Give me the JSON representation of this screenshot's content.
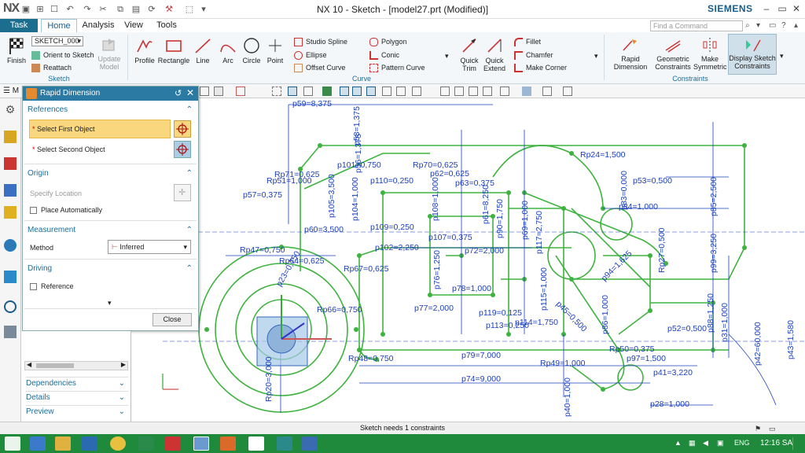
{
  "window": {
    "app_logo": "NX",
    "title": "NX 10 - Sketch - [model27.prt (Modified)]",
    "brand": "SIEMENS"
  },
  "menu": {
    "tabs": [
      "Task",
      "Home",
      "Analysis",
      "View",
      "Tools"
    ],
    "active": "Home",
    "command_finder_placeholder": "Find a Command"
  },
  "ribbon": {
    "sketch_group": {
      "label": "Sketch",
      "finish": "Finish",
      "sketch_name": "SKETCH_000",
      "orient": "Orient to Sketch",
      "reattach": "Reattach",
      "update_model": "Update Model"
    },
    "curve_group": {
      "label": "Curve",
      "profile": "Profile",
      "rectangle": "Rectangle",
      "line": "Line",
      "arc": "Arc",
      "circle": "Circle",
      "point": "Point",
      "studio_spline": "Studio Spline",
      "polygon": "Polygon",
      "ellipse": "Ellipse",
      "conic": "Conic",
      "offset_curve": "Offset Curve",
      "pattern_curve": "Pattern Curve",
      "quick_trim": "Quick Trim",
      "quick_extend": "Quick Extend",
      "fillet": "Fillet",
      "chamfer": "Chamfer",
      "make_corner": "Make Corner"
    },
    "constraints_group": {
      "label": "Constraints",
      "rapid_dimension": "Rapid Dimension",
      "geometric_constraints": "Geometric Constraints",
      "make_symmetric": "Make Symmetric",
      "display_sketch_constraints": "Display Sketch Constraints"
    }
  },
  "selection_bar": {
    "menu_label": "M"
  },
  "dialog": {
    "title": "Rapid Dimension",
    "references": {
      "header": "References",
      "select_first": "Select First Object",
      "select_second": "Select Second Object"
    },
    "origin": {
      "header": "Origin",
      "specify_location": "Specify Location",
      "place_automatically": "Place Automatically"
    },
    "measurement": {
      "header": "Measurement",
      "method_label": "Method",
      "method_value": "Inferred"
    },
    "driving": {
      "header": "Driving",
      "reference": "Reference"
    },
    "close": "Close"
  },
  "nav_panel": {
    "rows": [
      "Dependencies",
      "Details",
      "Preview"
    ]
  },
  "sketch": {
    "dimensions": [
      "p59=8,375",
      "p58=1,375",
      "p56=1,375",
      "p101=0,750",
      "Rp70=0,625",
      "Rp71=0,625",
      "Rp51=1,000",
      "p110=0,250",
      "p63=0,375",
      "p62=0,625",
      "p57=0,375",
      "p105=3,500",
      "p104=1,000",
      "p108=1,000",
      "p61=8,250",
      "p90=1,750",
      "p60=3,500",
      "p109=0,250",
      "p107=0,375",
      "p102=2,250",
      "Rp67=0,625",
      "p72=2,000",
      "Rp47=0,750",
      "Rp64=0,625",
      "Rp24=1,500",
      "p83=0,000",
      "p53=0,500",
      "p84=1,000",
      "p85=2,500",
      "p94=1,625",
      "p99=3,250",
      "Rp27=0,500",
      "p88=1,250",
      "p76=1,250",
      "p77=2,000",
      "p78=1,000",
      "p113=0,250",
      "p119=0,125",
      "p114=1,750",
      "p115=1,000",
      "p45=0,500",
      "p86=1,000",
      "Rp66=0,750",
      "Rp48=0,750",
      "p79=7,000",
      "p74=9,000",
      "Rp49=1,000",
      "Rp50=0,375",
      "p97=1,500",
      "p41=3,220",
      "p42=60,000",
      "p43=1,580",
      "p31=1,000",
      "p40=1,000",
      "p28=1,000",
      "p52=0,500",
      "p117=2,750",
      "p69=1,000",
      "Rp20=3,000",
      "p23=0,750"
    ]
  },
  "status": {
    "message": "Sketch needs 1 constraints"
  },
  "taskbar": {
    "language": "ENG",
    "time": "12:16 SA"
  },
  "colors": {
    "sketch_green": "#3fb33f",
    "dimension_blue": "#1a3fbf",
    "dialog_header": "#2a7aa3",
    "taskbar": "#1f8a3b",
    "highlight_row": "#f9d77e"
  }
}
